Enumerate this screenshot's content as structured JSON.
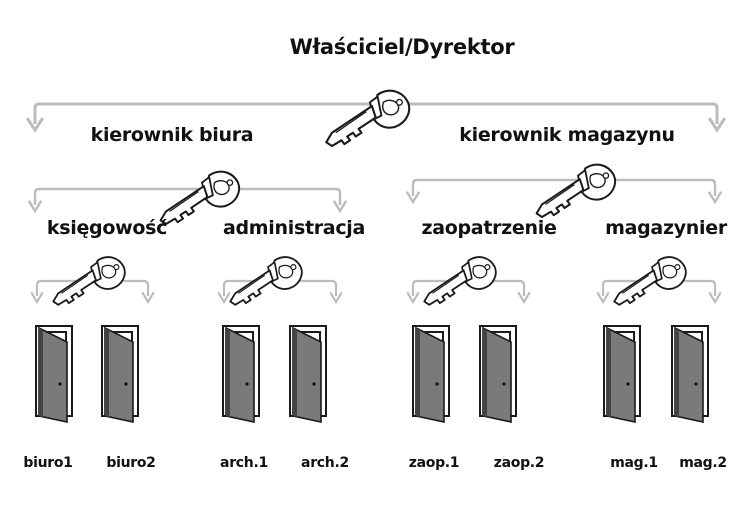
{
  "root": {
    "label": "Właściciel/Dyrektor",
    "managers": [
      {
        "label": "kierownik biura",
        "departments": [
          {
            "label": "księgowość",
            "doors": [
              "biuro1",
              "biuro2"
            ]
          },
          {
            "label": "administracja",
            "doors": [
              "arch.1",
              "arch.2"
            ]
          }
        ]
      },
      {
        "label": "kierownik magazynu",
        "departments": [
          {
            "label": "zaopatrzenie",
            "doors": [
              "zaop.1",
              "zaop.2"
            ]
          },
          {
            "label": "magazynier",
            "doors": [
              "mag.1",
              "mag.2"
            ]
          }
        ]
      }
    ]
  },
  "icons": {
    "key": "key-icon",
    "door": "open-door-icon",
    "arrow": "branch-arrow-icon"
  },
  "colors": {
    "arrow": "#bcbcbc",
    "key_fill": "#ffffff",
    "key_stroke": "#1a1a1a",
    "door_panel": "#7a7a7a",
    "door_frame": "#1a1a1a",
    "text": "#111111"
  }
}
